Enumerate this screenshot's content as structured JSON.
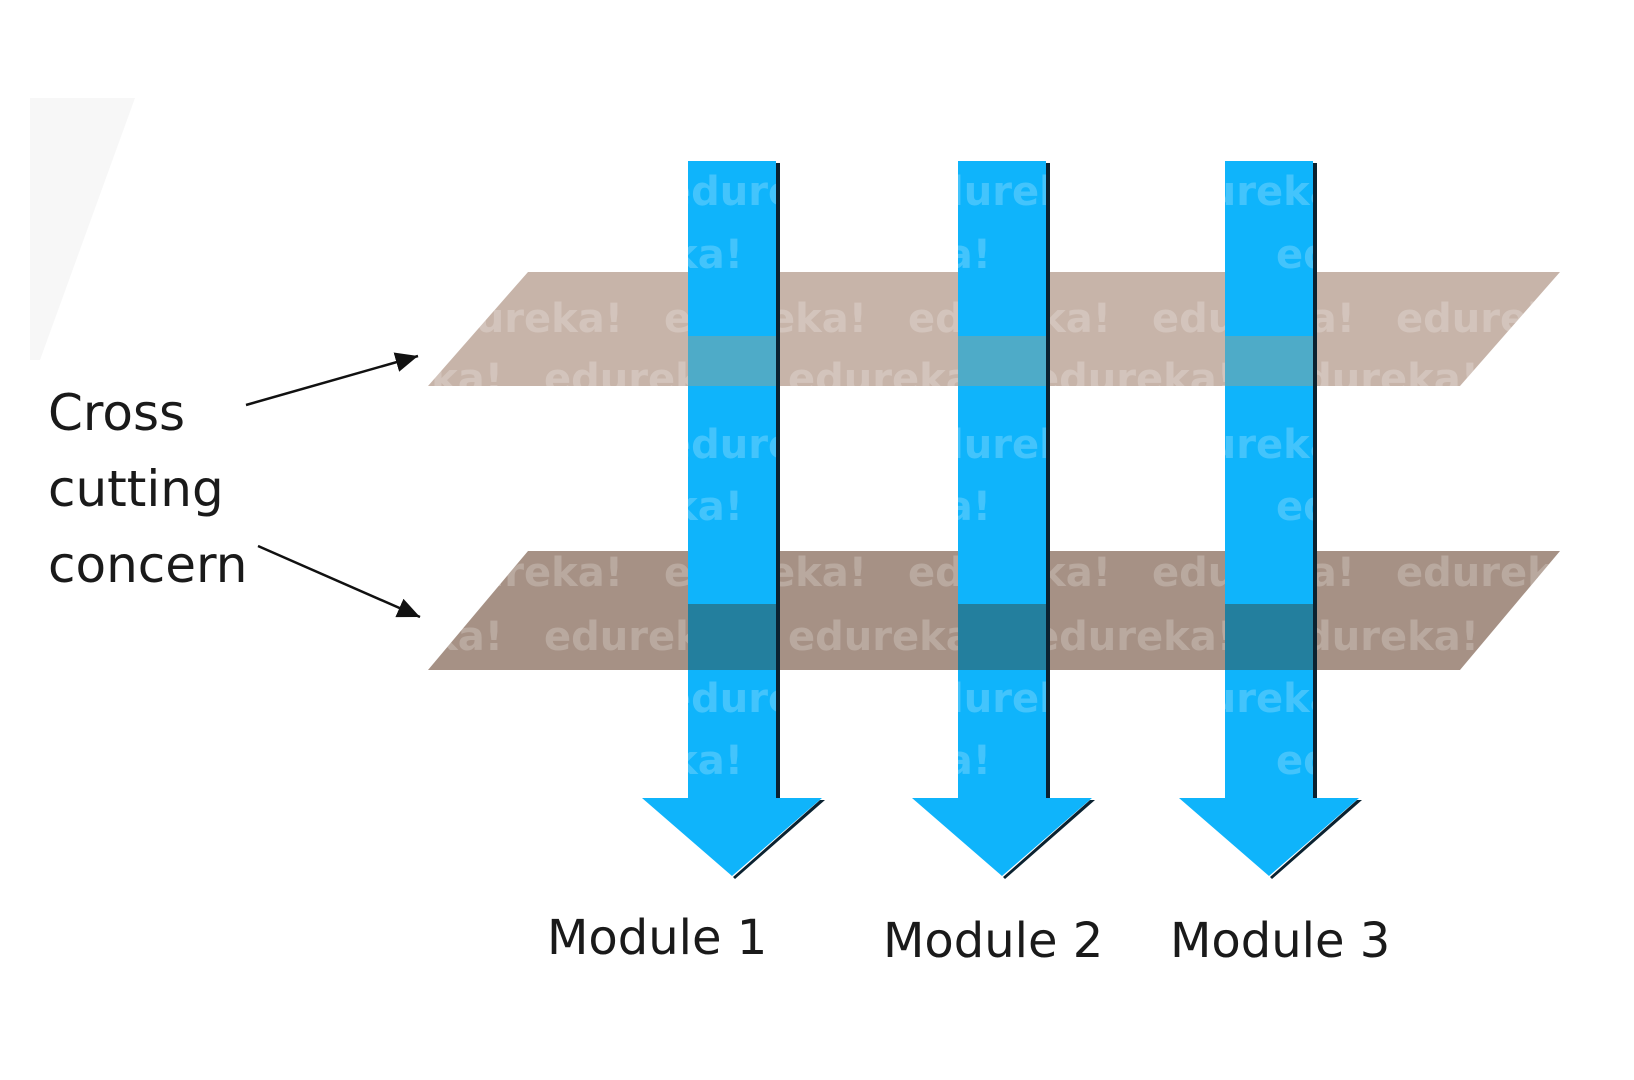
{
  "diagram": {
    "concern_label_lines": [
      "Cross",
      "cutting",
      "concern"
    ],
    "modules": [
      {
        "label": "Module 1"
      },
      {
        "label": "Module 2"
      },
      {
        "label": "Module 3"
      }
    ],
    "planes": [
      {
        "name": "upper-concern-plane",
        "color": "#c7b4a9"
      },
      {
        "name": "lower-concern-plane",
        "color": "#a69185"
      }
    ],
    "watermark_text": "edureka!",
    "colors": {
      "arrow": "#0fb4fb",
      "arrow_shadow": "#0b2230",
      "overlap_upper": "#4eabc8",
      "overlap_lower": "#237f9e",
      "pointer": "#111111"
    }
  }
}
